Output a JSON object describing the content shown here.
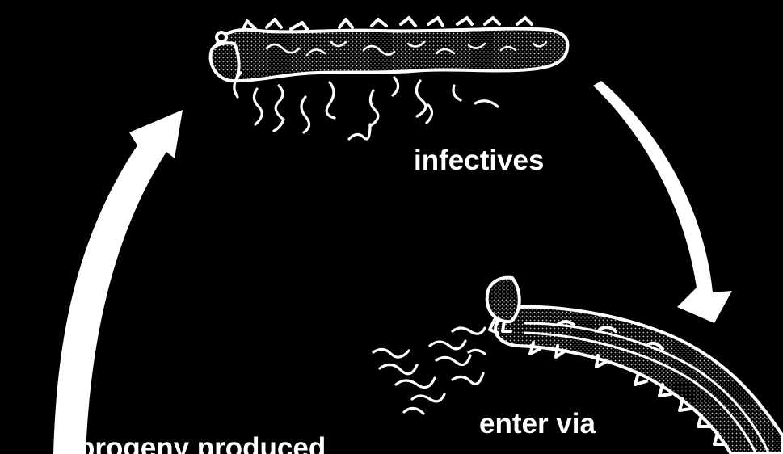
{
  "labels": {
    "infectives": "infectives",
    "enter": "enter via",
    "progeny": "progeny produced"
  },
  "colors": {
    "background": "#000000",
    "ink": "#ffffff",
    "stipple": "#c8c8c8"
  },
  "icons": {
    "top_larva": "caterpillar-larva-icon",
    "bottom_larva": "caterpillar-larva-icon",
    "worms": "nematode-worm-icon",
    "arrows": "curved-arrow-icon"
  }
}
